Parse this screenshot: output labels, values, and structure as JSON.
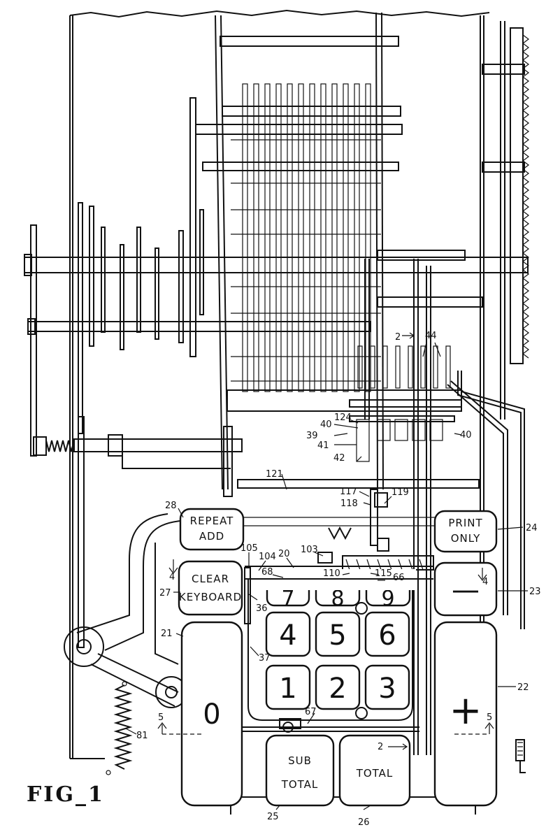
{
  "figure": {
    "title": "FIG_1"
  },
  "keys": {
    "repeat_add": [
      "REPEAT",
      "ADD"
    ],
    "print_only": [
      "PRINT",
      "ONLY"
    ],
    "clear_keyboard": [
      "CLEAR",
      "KEYBOARD"
    ],
    "minus": "—",
    "plus": "+",
    "zero": "0",
    "sub_total": [
      "SUB",
      "TOTAL"
    ],
    "total": "TOTAL",
    "digits_row_top": [
      "7",
      "8",
      "9"
    ],
    "digits_row_mid": [
      "4",
      "5",
      "6"
    ],
    "digits_row_bottom": [
      "1",
      "2",
      "3"
    ]
  },
  "reference_numerals": {
    "n2_top": "2",
    "n44": "44",
    "n124": "124",
    "n40_left": "40",
    "n39": "39",
    "n41": "41",
    "n42": "42",
    "n40_right": "40",
    "n121": "121",
    "n117": "117",
    "n118": "118",
    "n119": "119",
    "n28": "28",
    "n24": "24",
    "n105": "105",
    "n104": "104",
    "n20": "20",
    "n103": "103",
    "n4_left": "4",
    "n4_right": "4",
    "n68": "68",
    "n110": "110",
    "n115": "115",
    "n66": "66",
    "n27": "27",
    "n36": "36",
    "n23": "23",
    "n21": "21",
    "n37": "37",
    "n22": "22",
    "n81": "81",
    "n67": "67",
    "n2_bottom": "2",
    "n5_left": "5",
    "n5_right": "5",
    "n25": "25",
    "n26": "26"
  }
}
